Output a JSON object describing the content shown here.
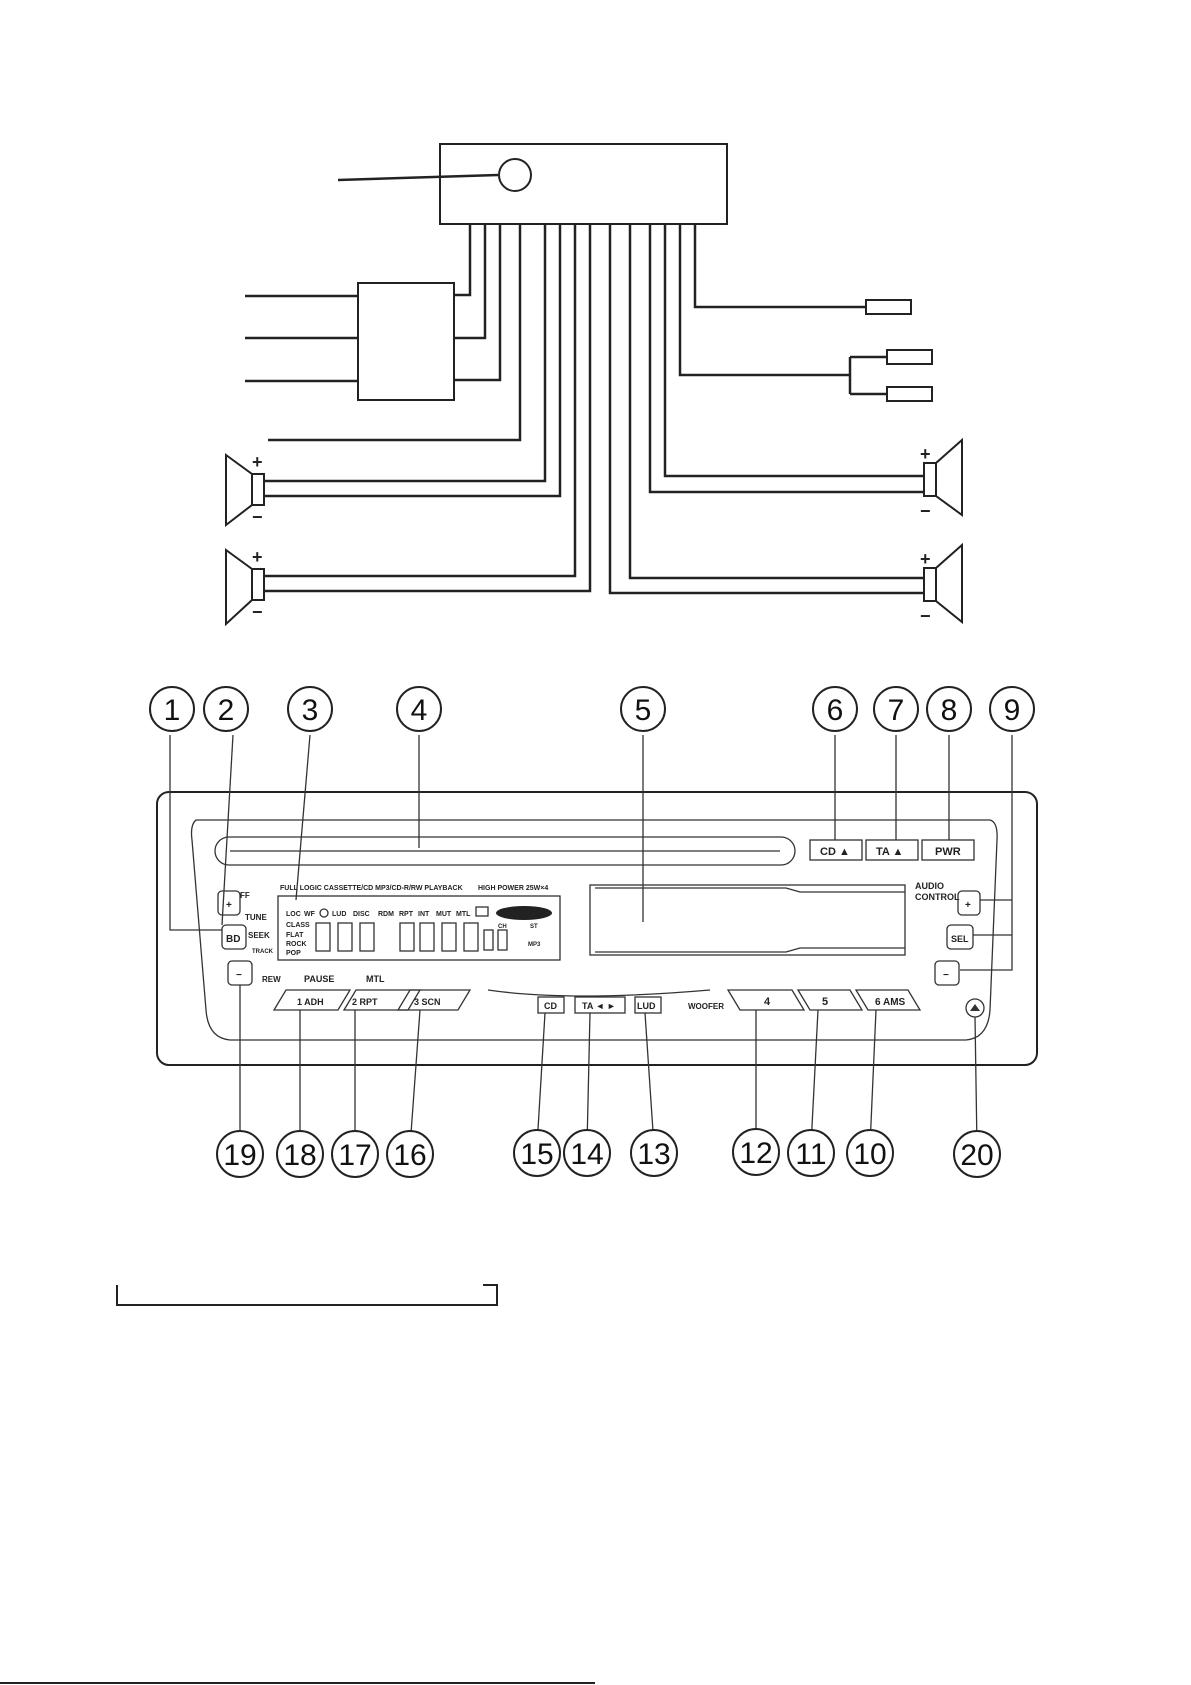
{
  "panel": {
    "slot_labels": [
      "CD ▲",
      "TA ▲",
      "PWR"
    ],
    "info_line_left": "FULL LOGIC CASSETTE/CD MP3/CD-R/RW PLAYBACK",
    "info_line_right": "HIGH POWER 25W×4",
    "left_buttons": [
      "+",
      "BD",
      "−"
    ],
    "left_labels": [
      "FF",
      "TUNE",
      "SEEK",
      "TRACK",
      "REW"
    ],
    "eq_labels": [
      "LOC",
      "WF",
      "LUD",
      "CLASS",
      "FLAT",
      "ROCK",
      "POP"
    ],
    "display_words": [
      "DISC",
      "RDM",
      "RPT",
      "INT",
      "MUT",
      "MTL"
    ],
    "display_small": [
      "CH",
      "ST",
      "MP3"
    ],
    "audio_control": [
      "AUDIO",
      "CONTROL"
    ],
    "right_buttons": [
      "+",
      "SEL",
      "−"
    ],
    "above_preset_labels": [
      "PAUSE",
      "MTL"
    ],
    "presets_left": [
      "1 ADH",
      "2 RPT",
      "3 SCN"
    ],
    "center_buttons": [
      "CD",
      "TA ◄ ►",
      "LUD"
    ],
    "woofer_label": "WOOFER",
    "presets_right": [
      "4",
      "5",
      "6 AMS"
    ]
  },
  "callouts_top": [
    "1",
    "2",
    "3",
    "4",
    "5",
    "6",
    "7",
    "8",
    "9"
  ],
  "callouts_bottom": [
    "19",
    "18",
    "17",
    "16",
    "15",
    "14",
    "13",
    "12",
    "11",
    "10",
    "20"
  ],
  "speaker_signs": [
    "+",
    "−"
  ]
}
